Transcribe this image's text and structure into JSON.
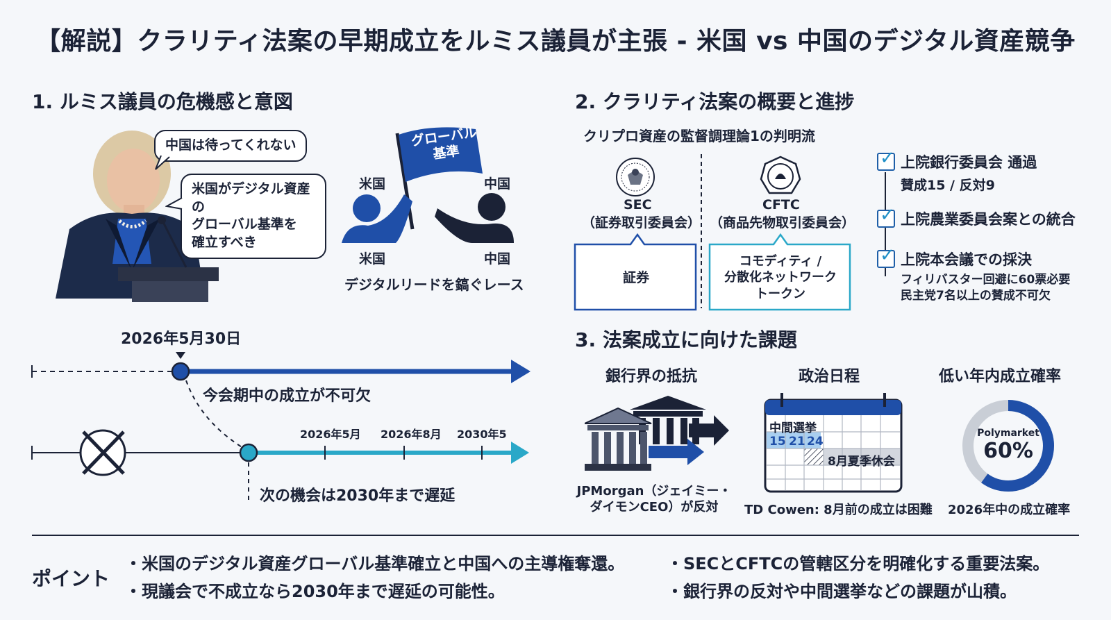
{
  "title": "【解説】クラリティ法案の早期成立をルミス議員が主張 - 米国 vs 中国のデジタル資産競争",
  "section1": {
    "heading": "1. ルミス議員の危機感と意図",
    "bubble1": "中国は待ってくれない",
    "bubble2": "米国がデジタル資産の\nグローバル基準を\n確立すべき",
    "flag_text": "グローバル\n基準",
    "us_top": "米国",
    "china_top": "中国",
    "us_bottom": "米国",
    "china_bottom": "中国",
    "race_caption": "デジタルリードを鎬ぐレース"
  },
  "timeline": {
    "date_label": "2026年5月30日",
    "must_pass": "今会期中の成立が不可欠",
    "tick1": "2026年5月",
    "tick2": "2026年8月",
    "tick3": "2030年5",
    "delay": "次の機会は2030年まで遅延"
  },
  "section2": {
    "heading": "2. クラリティ法案の概要と進捗",
    "subheading": "クリプロ資産の監督調理論1の判明流",
    "sec_name": "SEC",
    "sec_full": "（証券取引委員会）",
    "cftc_name": "CFTC",
    "cftc_full": "（商品先物取引委員会）",
    "box_sec": "証券",
    "box_cftc": "コモディティ /\n分散化ネットワーク\nトークン",
    "steps": [
      {
        "title": "上院銀行委員会 通過",
        "detail": "賛成15 / 反対9"
      },
      {
        "title": "上院農業委員会案との統合",
        "detail": ""
      },
      {
        "title": "上院本会議での採決",
        "detail": "フィリバスター回避に60票必要\n民主党7名以上の賛成不可欠"
      }
    ]
  },
  "section3": {
    "heading": "3. 法案成立に向けた課題",
    "bank_title": "銀行界の抵抗",
    "bank_caption": "JPMorgan（ジェイミー・\nダイモンCEO）が反対",
    "politics_title": "政治日程",
    "calendar_header": "中間選挙",
    "calendar_days": [
      "15",
      "21",
      "24"
    ],
    "calendar_recess": "8月夏季休会",
    "politics_caption": "TD Cowen: 8月前の成立は困難",
    "prob_title": "低い年内成立確率",
    "prob_source": "Polymarket",
    "prob_value_label": "60%",
    "prob_value": 60,
    "prob_caption": "2026年中の成立確率"
  },
  "points": {
    "label": "ポイント",
    "items": [
      "・米国のデジタル資産グローバル基準確立と中国への主導権奪還。",
      "・SECとCFTCの管轄区分を明確化する重要法案。",
      "・現議会で不成立なら2030年まで遅延の可能性。",
      "・銀行界の反対や中間選挙などの課題が山積。"
    ]
  },
  "colors": {
    "navy": "#1b2236",
    "blue": "#1f4fa8",
    "teal": "#2aa8c8",
    "gray_ring": "#c9ced6"
  }
}
